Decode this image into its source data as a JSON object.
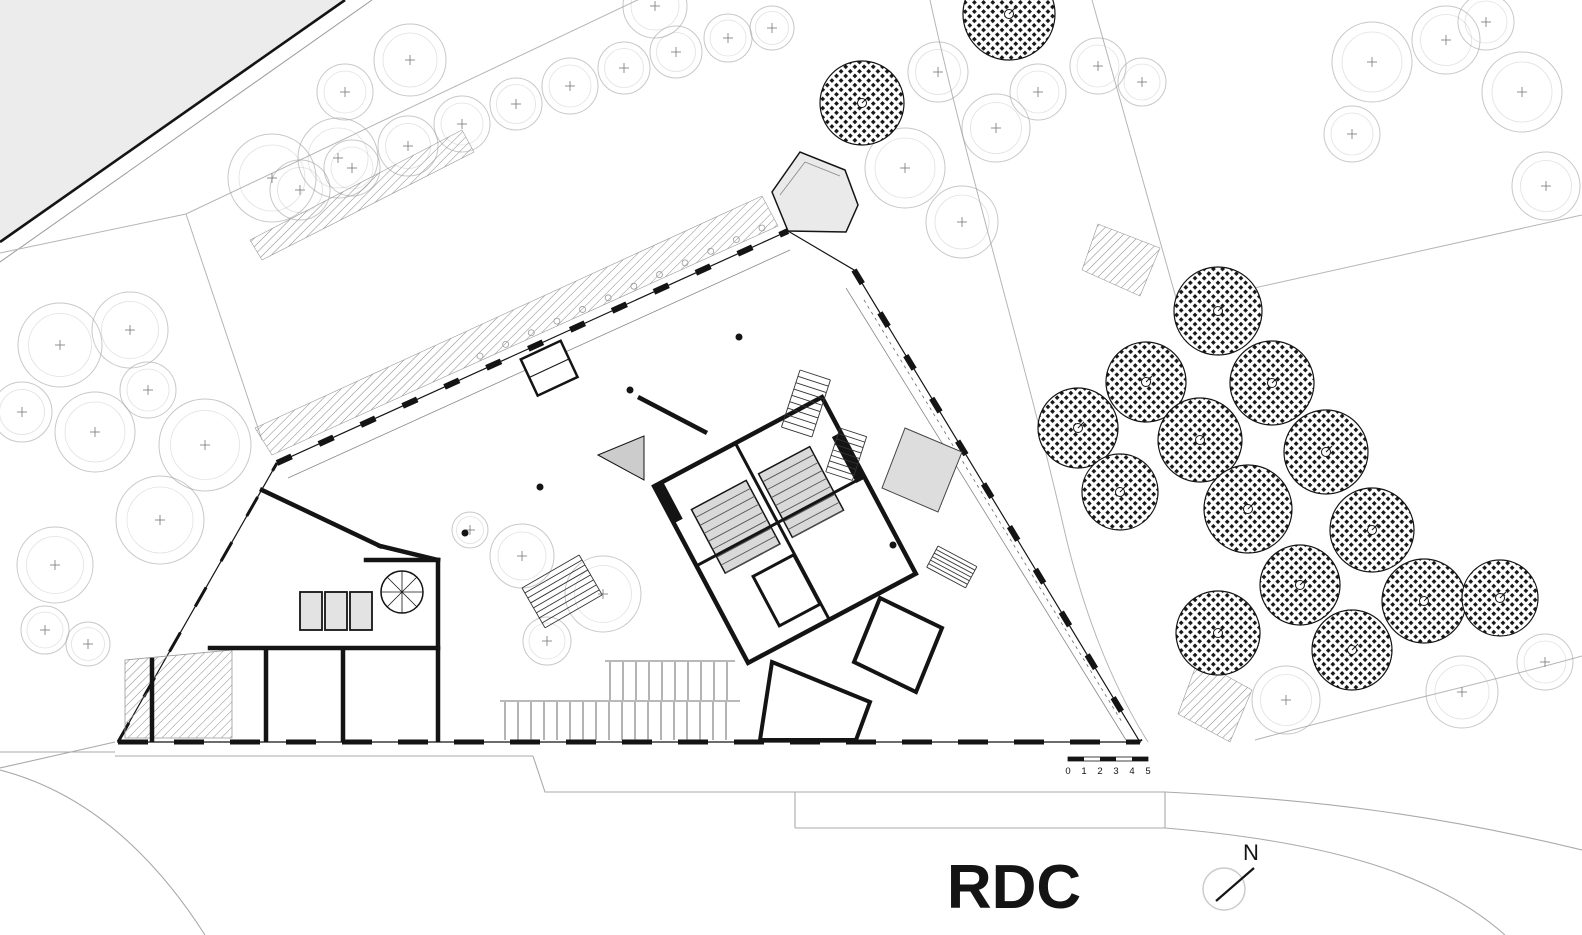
{
  "plan": {
    "title": "RDC",
    "north_label": "N",
    "scale_bar": {
      "labels": [
        "0",
        "1",
        "2",
        "3",
        "4",
        "5"
      ]
    },
    "colors": {
      "ink": "#141414",
      "paper": "#ffffff",
      "corner_fill": "#ececec",
      "core_fill": "#d9d9d9",
      "ramp_fill": "#dddddd",
      "light_line": "#aaaaaa"
    }
  }
}
